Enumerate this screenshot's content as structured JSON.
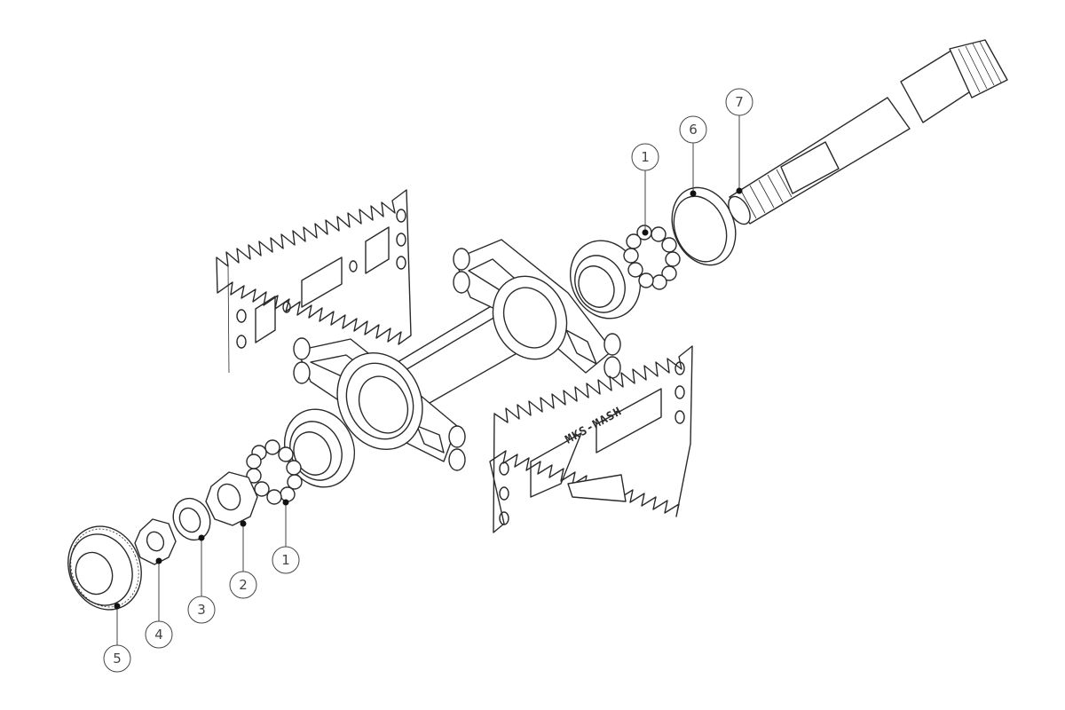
{
  "diagram": {
    "engraving_text": "MKS-MASH",
    "callouts": [
      {
        "label": "1"
      },
      {
        "label": "6"
      },
      {
        "label": "7"
      },
      {
        "label": "1"
      },
      {
        "label": "2"
      },
      {
        "label": "3"
      },
      {
        "label": "4"
      },
      {
        "label": "5"
      }
    ]
  }
}
